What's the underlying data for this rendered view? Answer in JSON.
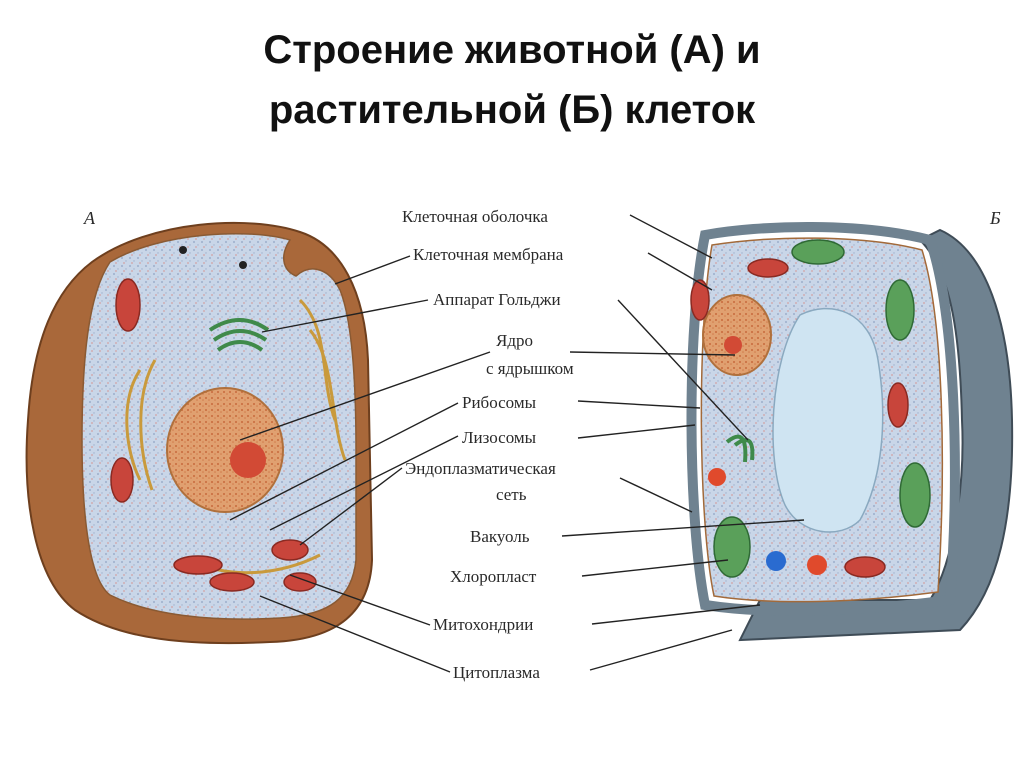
{
  "title": {
    "line1": "Строение животной (А) и",
    "line2": "растительной (Б) клеток"
  },
  "cells": {
    "animal_letter": "А",
    "plant_letter": "Б"
  },
  "labels": [
    {
      "id": "cell-wall",
      "text": "Клеточная оболочка"
    },
    {
      "id": "cell-membrane",
      "text": "Клеточная мембрана"
    },
    {
      "id": "golgi",
      "text": "Аппарат Гольджи"
    },
    {
      "id": "nucleus",
      "text": "Ядро"
    },
    {
      "id": "nucleolus",
      "text": "с ядрышком"
    },
    {
      "id": "ribosomes",
      "text": "Рибосомы"
    },
    {
      "id": "lysosomes",
      "text": "Лизосомы"
    },
    {
      "id": "er-1",
      "text": "Эндоплазматическая"
    },
    {
      "id": "er-2",
      "text": "сеть"
    },
    {
      "id": "vacuole",
      "text": "Вакуоль"
    },
    {
      "id": "chloroplast",
      "text": "Хлоропласт"
    },
    {
      "id": "mitochondria",
      "text": "Митохондрии"
    },
    {
      "id": "cytoplasm",
      "text": "Цитоплазма"
    }
  ],
  "colors": {
    "animal_shell": "#a9683a",
    "cytoplasm": "#c9d6e8",
    "nucleus": "#d98a55",
    "mitochondria": "#c8453b",
    "golgi": "#3f8a4a",
    "er": "#c99a3c",
    "vacuole": "#cfe4f2",
    "chloroplast": "#5aa05a",
    "plant_wall": "#6f8290"
  }
}
